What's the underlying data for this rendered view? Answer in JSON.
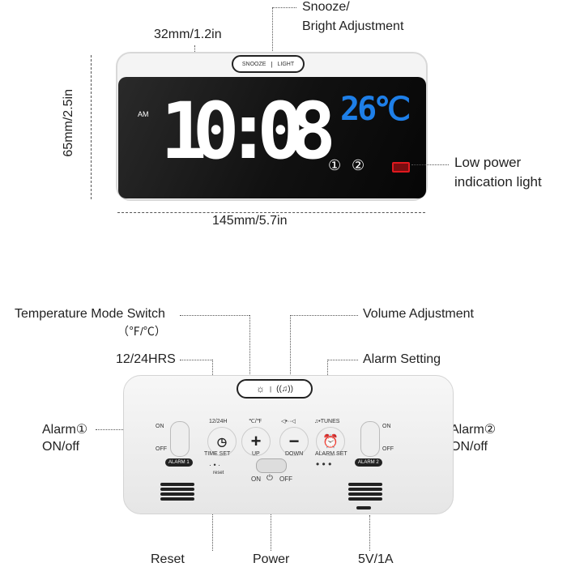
{
  "front": {
    "time": "10:08",
    "ampm": "AM",
    "temperature": "26℃",
    "alarm1": "①",
    "alarm2": "②",
    "snooze_label": "SNOOZE",
    "light_label": "LIGHT",
    "battery_color": "#e0191f",
    "temp_color": "#1e7fe8"
  },
  "dimensions": {
    "depth": "32mm/1.2in",
    "height": "65mm/2.5in",
    "width": "145mm/5.7in"
  },
  "callouts_front": {
    "snooze_1": "Snooze/",
    "snooze_2": "Bright Adjustment",
    "lowpower_1": "Low power",
    "lowpower_2": "indication light"
  },
  "callouts_back": {
    "temp_mode": "Temperature Mode Switch",
    "temp_mode_units": "（℉/℃）",
    "hrs": "12/24HRS",
    "volume": "Volume Adjustment",
    "alarm_setting": "Alarm Setting",
    "alarm1_1": "Alarm①",
    "alarm1_2": "ON/off",
    "alarm2_1": "Alarm②",
    "alarm2_2": "ON/off",
    "reset": "Reset",
    "power": "Power",
    "usb": "5V/1A"
  },
  "back": {
    "hr_top": "12/24H",
    "hr_bottom": "TIME SET",
    "up_top": "℃/℉",
    "up_bottom": "UP",
    "down_top": "◁•··◁",
    "down_bottom": "DOWN",
    "tunes_top": "♫•TUNES",
    "alarmset_bottom": "ALARM SET",
    "on": "ON",
    "off": "OFF",
    "alarm1_tag": "ALARM 1",
    "alarm2_tag": "ALARM 2",
    "reset": "reset",
    "power_on": "ON",
    "power_off": "OFF",
    "plus": "+",
    "minus": "−"
  }
}
